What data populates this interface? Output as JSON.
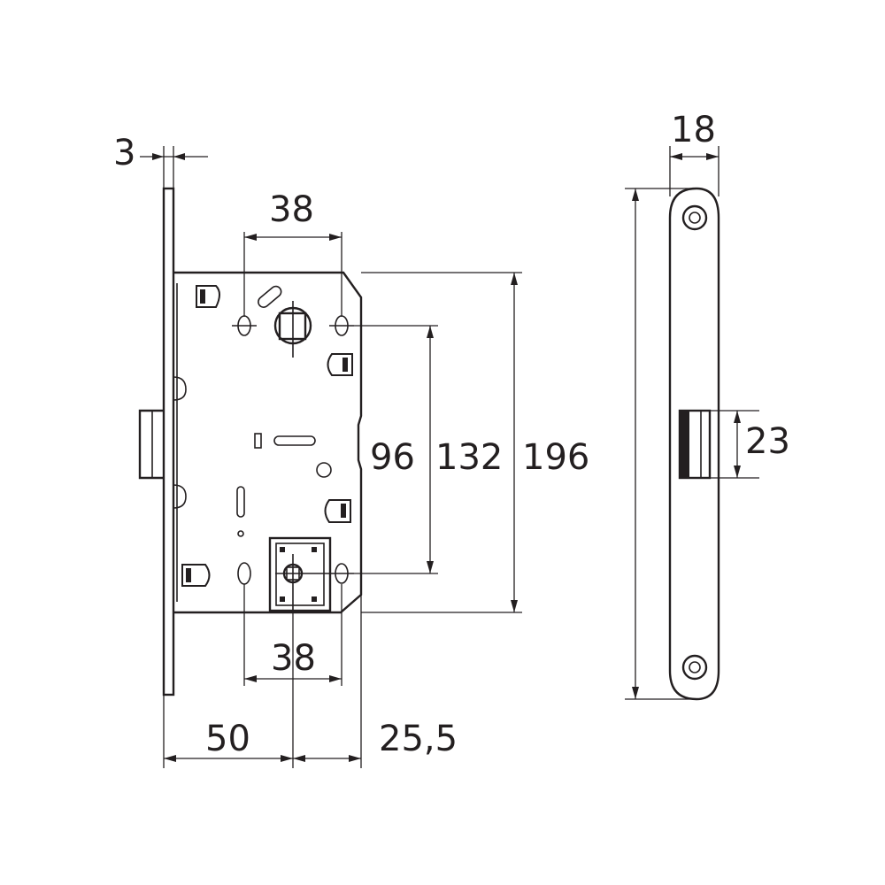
{
  "drawing": {
    "front_view": {
      "faceplate_thickness": "3",
      "backset": "50",
      "top_hole_spacing": "38",
      "bottom_hole_spacing": "38",
      "body_width_offset": "25,5",
      "follower_to_cylinder": "96",
      "height_between_holes": "132",
      "body_height": "196"
    },
    "side_view": {
      "faceplate_width": "18",
      "latch_height": "23"
    }
  }
}
